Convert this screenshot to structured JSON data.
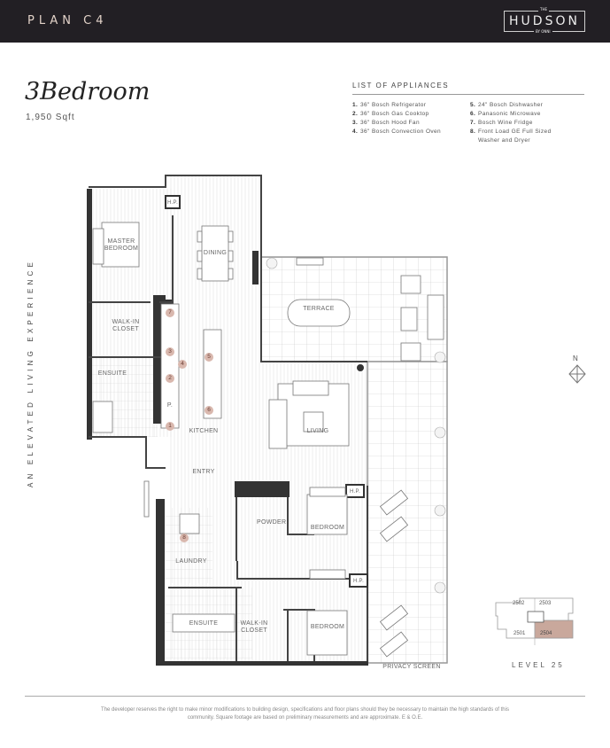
{
  "header": {
    "plan_label": "PLAN C4",
    "logo": {
      "top": "THE",
      "name": "HUDSON",
      "bottom": "BY ONNI"
    }
  },
  "unit": {
    "title": "3Bedroom",
    "area": "1,950 Sqft"
  },
  "appliances": {
    "title": "LIST OF APPLIANCES",
    "items": [
      {
        "num": "1.",
        "label": "36\" Bosch Refrigerator"
      },
      {
        "num": "2.",
        "label": "36\" Bosch Gas Cooktop"
      },
      {
        "num": "3.",
        "label": "36\" Bosch Hood Fan"
      },
      {
        "num": "4.",
        "label": "36\" Bosch Convection Oven"
      },
      {
        "num": "5.",
        "label": "24\" Bosch Dishwasher"
      },
      {
        "num": "6.",
        "label": "Panasonic Microwave"
      },
      {
        "num": "7.",
        "label": "Bosch Wine Fridge"
      },
      {
        "num": "8.",
        "label": "Front Load GE Full Sized Washer and Dryer"
      }
    ]
  },
  "side_text": "AN ELEVATED LIVING EXPERIENCE",
  "rooms": {
    "master_bedroom": "MASTER BEDROOM",
    "hp1": "H.P.",
    "dining": "DINING",
    "walk_in_closet_1": "WALK-IN CLOSET",
    "ensuite_1": "ENSUITE",
    "pantry": "P.",
    "kitchen": "KITCHEN",
    "entry": "ENTRY",
    "terrace": "TERRACE",
    "living": "LIVING",
    "powder": "POWDER",
    "bedroom_1": "BEDROOM",
    "hp2": "H.P.",
    "hp3": "H.P.",
    "laundry": "LAUNDRY",
    "ensuite_2": "ENSUITE",
    "walk_in_closet_2": "WALK-IN CLOSET",
    "bedroom_2": "BEDROOM",
    "privacy_screen": "PRIVACY SCREEN"
  },
  "markers": [
    "1",
    "2",
    "3",
    "4",
    "5",
    "6",
    "7",
    "8"
  ],
  "compass": {
    "label": "N"
  },
  "keyplan": {
    "units": [
      "2502",
      "2503",
      "2501",
      "2504"
    ],
    "highlight": "2504",
    "highlight_color": "#c9a89c",
    "level": "LEVEL 25"
  },
  "disclaimer": "The developer reserves the right to make minor modifications to building design, specifications and floor plans should they be necessary to maintain the high standards of this community. Square footage are based on preliminary measurements and are approximate. E & O.E.",
  "colors": {
    "header_bg": "#221f24",
    "accent": "#e2d2c8",
    "wall": "#333333",
    "marker": "#d9b8ae"
  }
}
